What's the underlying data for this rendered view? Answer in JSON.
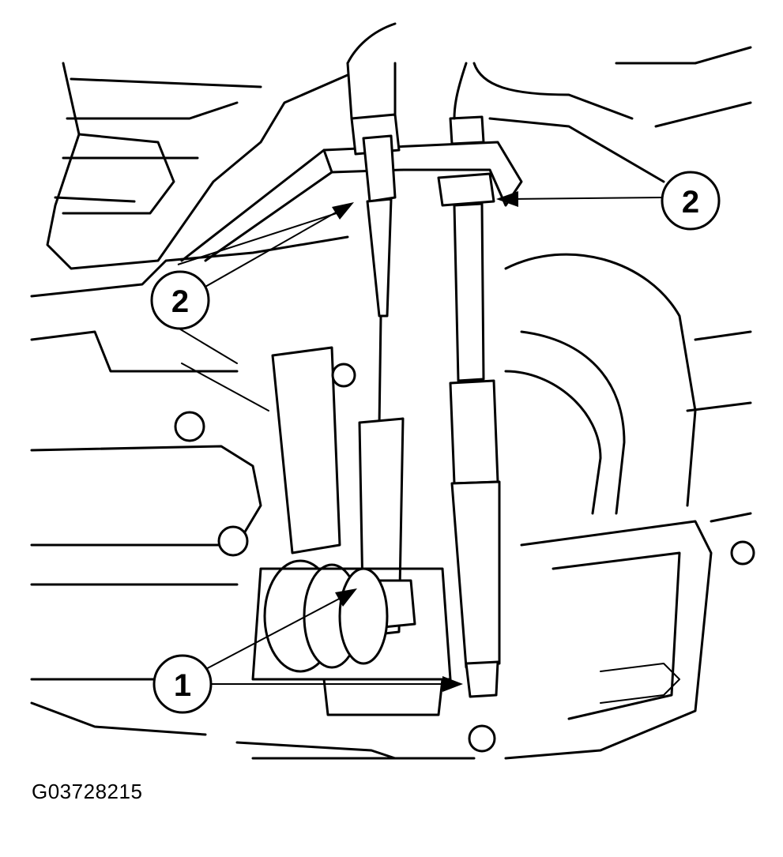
{
  "callouts": [
    {
      "id": "callout-1",
      "label": "1"
    },
    {
      "id": "callout-2-left",
      "label": "2"
    },
    {
      "id": "callout-2-right",
      "label": "2"
    }
  ],
  "figure_id": "G03728215",
  "colors": {
    "line": "#000000",
    "background": "#ffffff"
  }
}
